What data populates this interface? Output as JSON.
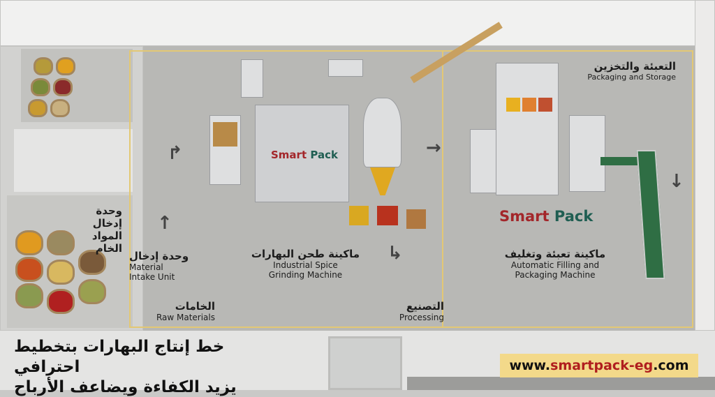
{
  "zones": {
    "raw_materials": {
      "ar": "الخامات",
      "en": "Raw Materials"
    },
    "processing": {
      "ar": "التصنيع",
      "en": "Processing"
    },
    "packaging_storage": {
      "ar": "التعبئة والتخزين",
      "en": "Packaging and Storage"
    }
  },
  "machines": {
    "raw_intake_room": {
      "ar_line1": "وحدة إدخال",
      "ar_line2": "المواد الخام"
    },
    "intake_unit": {
      "ar": "وحدة إدخال",
      "en_line1": "Material",
      "en_line2": "Intake Unit"
    },
    "grinder": {
      "ar": "ماكينة طحن البهارات",
      "en_line1": "Industrial Spice",
      "en_line2": "Grinding Machine"
    },
    "packer": {
      "ar": "ماكينة تعبئة وتغليف",
      "en_line1": "Automatic Filling and",
      "en_line2": "Packaging Machine"
    }
  },
  "brand": {
    "part1": "Smart",
    "part2": "Pack"
  },
  "headline": {
    "line1": "خط إنتاج البهارات بتخطيط احترافي",
    "line2": "يزيد الكفاءة ويضاعف الأرباح"
  },
  "website": {
    "prefix": "www.",
    "domain": "smartpack-eg",
    "suffix": ".com"
  },
  "colors": {
    "brand_red": "#a3262a",
    "brand_green": "#1f5e52",
    "zone_line": "#e3c874",
    "banner": "#f3d98a"
  }
}
